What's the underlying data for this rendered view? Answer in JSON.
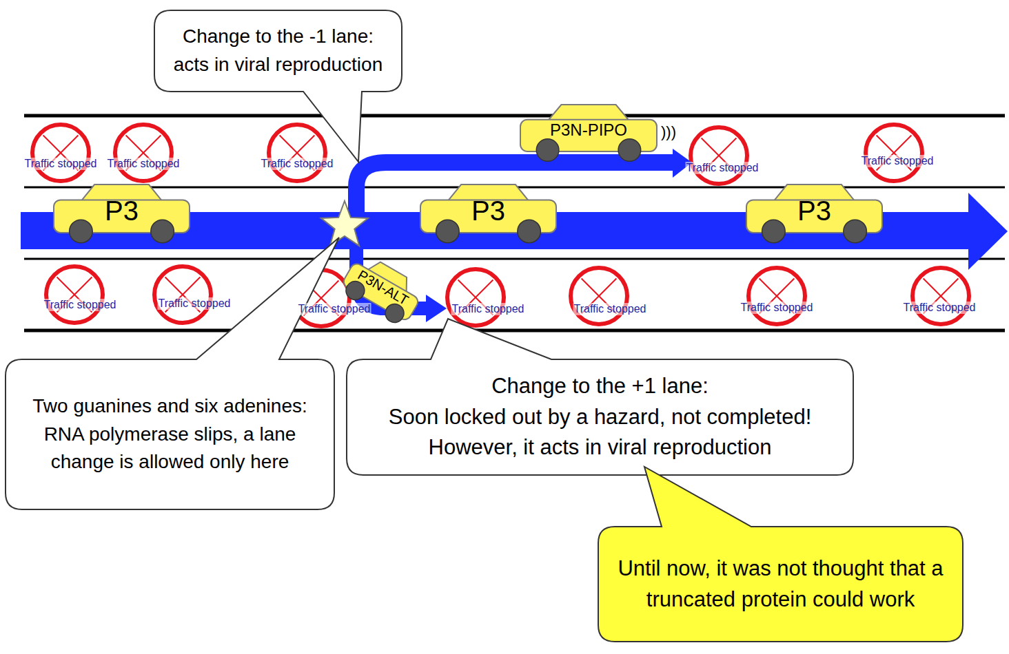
{
  "diagram": {
    "nodes": [
      {
        "text": [
          "Change to the -1 lane: acts in viral reproduction"
        ]
      },
      {
        "text": [
          "P3"
        ]
      },
      {
        "text": [
          "P3N-PIPO"
        ]
      },
      {
        "text": [
          "P3"
        ]
      },
      {
        "text": [
          "P3"
        ]
      },
      {
        "text": [
          "P3N-ALT"
        ]
      },
      {
        "text": [
          "Two guanines and six adenines: RNA polymerase slips, a lane change is allowed only here"
        ]
      },
      {
        "text": [
          "Change to the +1 lane:",
          "Soon locked out by a hazard, not completed! However, it acts in viral reproduction"
        ]
      },
      {
        "text": [
          "Until now, it was not thought that a truncated protein could work"
        ]
      }
    ],
    "labels": [
      "Traffic stopped",
      "Traffic stopped",
      "Traffic stopped",
      "Traffic stopped",
      "Traffic stopped",
      "Traffic stopped",
      "Traffic stopped",
      "Traffic stopped",
      "Traffic stopped",
      "Traffic stopped",
      "Traffic stopped",
      "Traffic stopped",
      ")))"
    ]
  }
}
